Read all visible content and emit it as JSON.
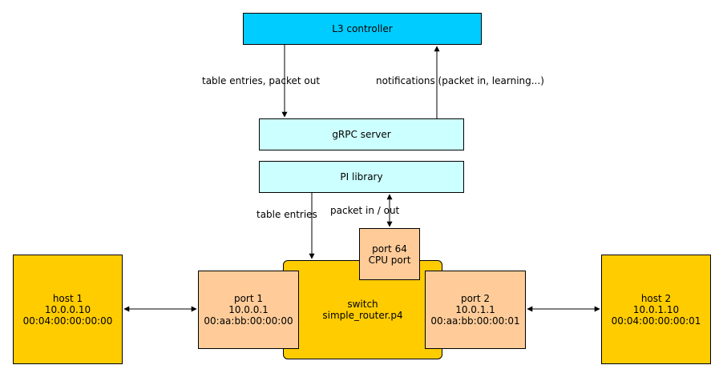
{
  "controller": {
    "label": "L3 controller"
  },
  "grpc": {
    "label": "gRPC server"
  },
  "pi_library": {
    "label": "PI library"
  },
  "switch": {
    "lines": [
      "switch",
      "simple_router.p4"
    ]
  },
  "cpu_port": {
    "lines": [
      "port 64",
      "CPU port"
    ]
  },
  "port1": {
    "lines": [
      "port 1",
      "10.0.0.1",
      "00:aa:bb:00:00:00"
    ]
  },
  "port2": {
    "lines": [
      "port 2",
      "10.0.1.1",
      "00:aa:bb:00:00:01"
    ]
  },
  "host1": {
    "lines": [
      "host 1",
      "10.0.0.10",
      "00:04:00:00:00:00"
    ]
  },
  "host2": {
    "lines": [
      "host 2",
      "10.0.1.10",
      "00:04:00:00:00:01"
    ]
  },
  "edges": {
    "controller_to_grpc": "table entries, packet out",
    "grpc_to_controller": "notifications (packet in, learning...)",
    "pi_to_switch": "table entries",
    "pi_cpu_port": "packet in / out"
  },
  "colors": {
    "controller": "#00ccff",
    "server": "#ccffff",
    "switch": "#ffcc00",
    "port": "#ffcc99",
    "host": "#ffcc00"
  }
}
